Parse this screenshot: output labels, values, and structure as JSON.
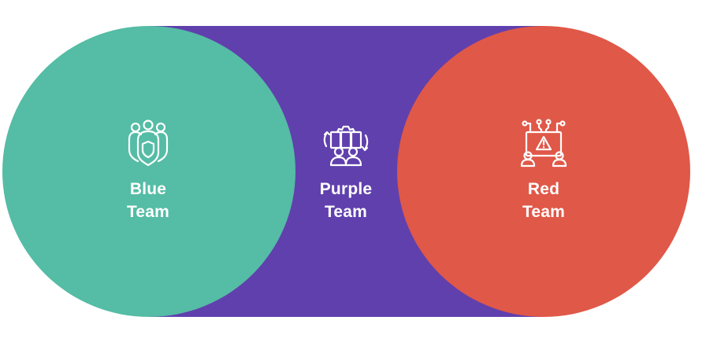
{
  "colors": {
    "blue_team": "#55BCA5",
    "purple_team": "#6040AD",
    "red_team": "#E05848",
    "icon_stroke": "#FFFFFF",
    "background": "#FFFFFF"
  },
  "teams": [
    {
      "id": "blue",
      "icon": "shield-group-icon",
      "line1": "Blue",
      "line2": "Team"
    },
    {
      "id": "purple",
      "icon": "collaboration-cycle-icon",
      "line1": "Purple",
      "line2": "Team"
    },
    {
      "id": "red",
      "icon": "network-alert-icon",
      "line1": "Red",
      "line2": "Team"
    }
  ]
}
